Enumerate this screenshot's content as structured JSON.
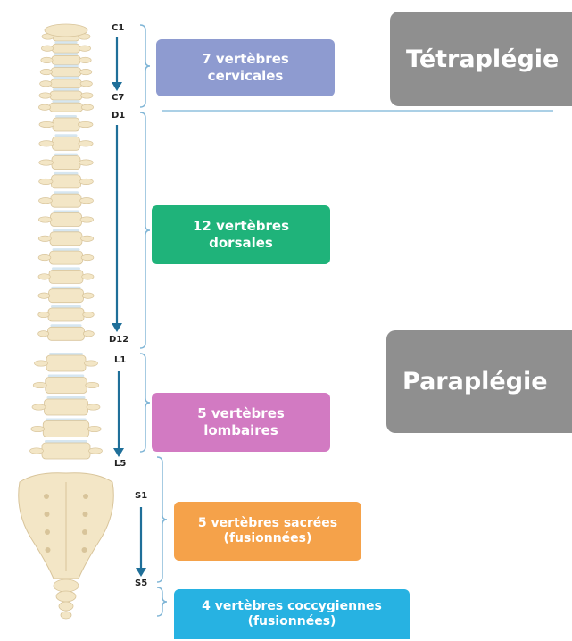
{
  "vertebra_labels": {
    "c1": "C1",
    "c7": "C7",
    "d1": "D1",
    "d12": "D12",
    "l1": "L1",
    "l5": "L5",
    "s1": "S1",
    "s5": "S5"
  },
  "regions": [
    {
      "line1": "7 vertèbres",
      "line2": "cervicales",
      "color": "#8e9bd0"
    },
    {
      "line1": "12 vertèbres",
      "line2": "dorsales",
      "color": "#1fb37a"
    },
    {
      "line1": "5 vertèbres",
      "line2": "lombaires",
      "color": "#d27ac2"
    },
    {
      "line1": "5 vertèbres sacrées",
      "line2": "(fusionnées)",
      "color": "#f5a24a"
    },
    {
      "line1": "4 vertèbres coccygiennes",
      "line2": "(fusionnées)",
      "color": "#27b2e2"
    }
  ],
  "conditions": {
    "tetraplegie": "Tétraplégie",
    "paraplegie": "Paraplégie"
  },
  "colors": {
    "arrow": "#1f6f99",
    "bracket": "#7fb5d6",
    "separator": "#8fc1de",
    "bone": "#f3e6c6",
    "bone_outline": "#d8c49a",
    "disc": "#d6e6f0",
    "condition_box": "#8f8f8f"
  }
}
